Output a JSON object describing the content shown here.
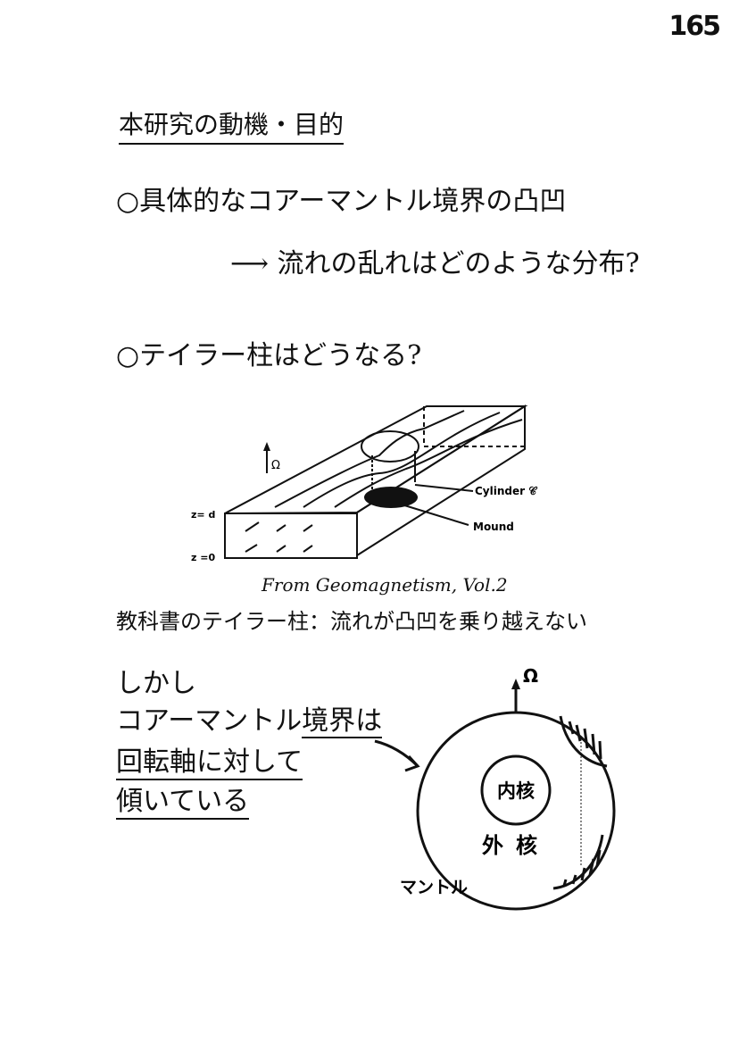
{
  "page_number": "165",
  "title": "本研究の動機・目的",
  "bullets": [
    {
      "text": "○具体的なコアーマントル境界の凸凹",
      "sub": "⟶ 流れの乱れはどのような分布?"
    },
    {
      "text": "○テイラー柱はどうなる?"
    }
  ],
  "figure1": {
    "labels": {
      "omega": "Ω",
      "z_d": "z= d",
      "z_0": "z =0",
      "cylinder": "Cylinder 𝒞",
      "mound": "Mound"
    },
    "caption": "From Geomagnetism, Vol.2"
  },
  "figure1_note": "教科書のテイラー柱：流れが凸凹を乗り越えない",
  "however": {
    "line1": "しかし",
    "line2_a": "コアーマントル",
    "line2_b": "境界は",
    "line3": "回転軸に対して",
    "line4": "傾いている"
  },
  "figure2": {
    "omega": "Ω",
    "inner_core": "内核",
    "outer_core": "外核",
    "mantle": "マントル"
  }
}
